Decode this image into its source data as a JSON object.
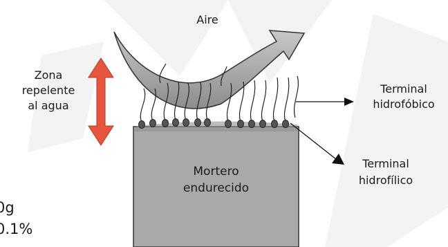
{
  "labels": {
    "air": "Aire",
    "zone_line1": "Zona",
    "zone_line2": "repelente",
    "zone_line3": "al agua",
    "hydrophobic_line1": "Terminal",
    "hydrophobic_line2": "hidrofóbico",
    "hydrophilic_line1": "Terminal",
    "hydrophilic_line2": "hidrofílico",
    "mortar_line1": "Mortero",
    "mortar_line2": "endurecido"
  },
  "partial_text": {
    "line1": "0g",
    "line2": "0.1%"
  },
  "colors": {
    "mortar_fill": "#a9a9a9",
    "arrow_fill": "#9c9c9c",
    "zone_arrow": "#e8553f",
    "watermark": "#f0f0f0"
  }
}
